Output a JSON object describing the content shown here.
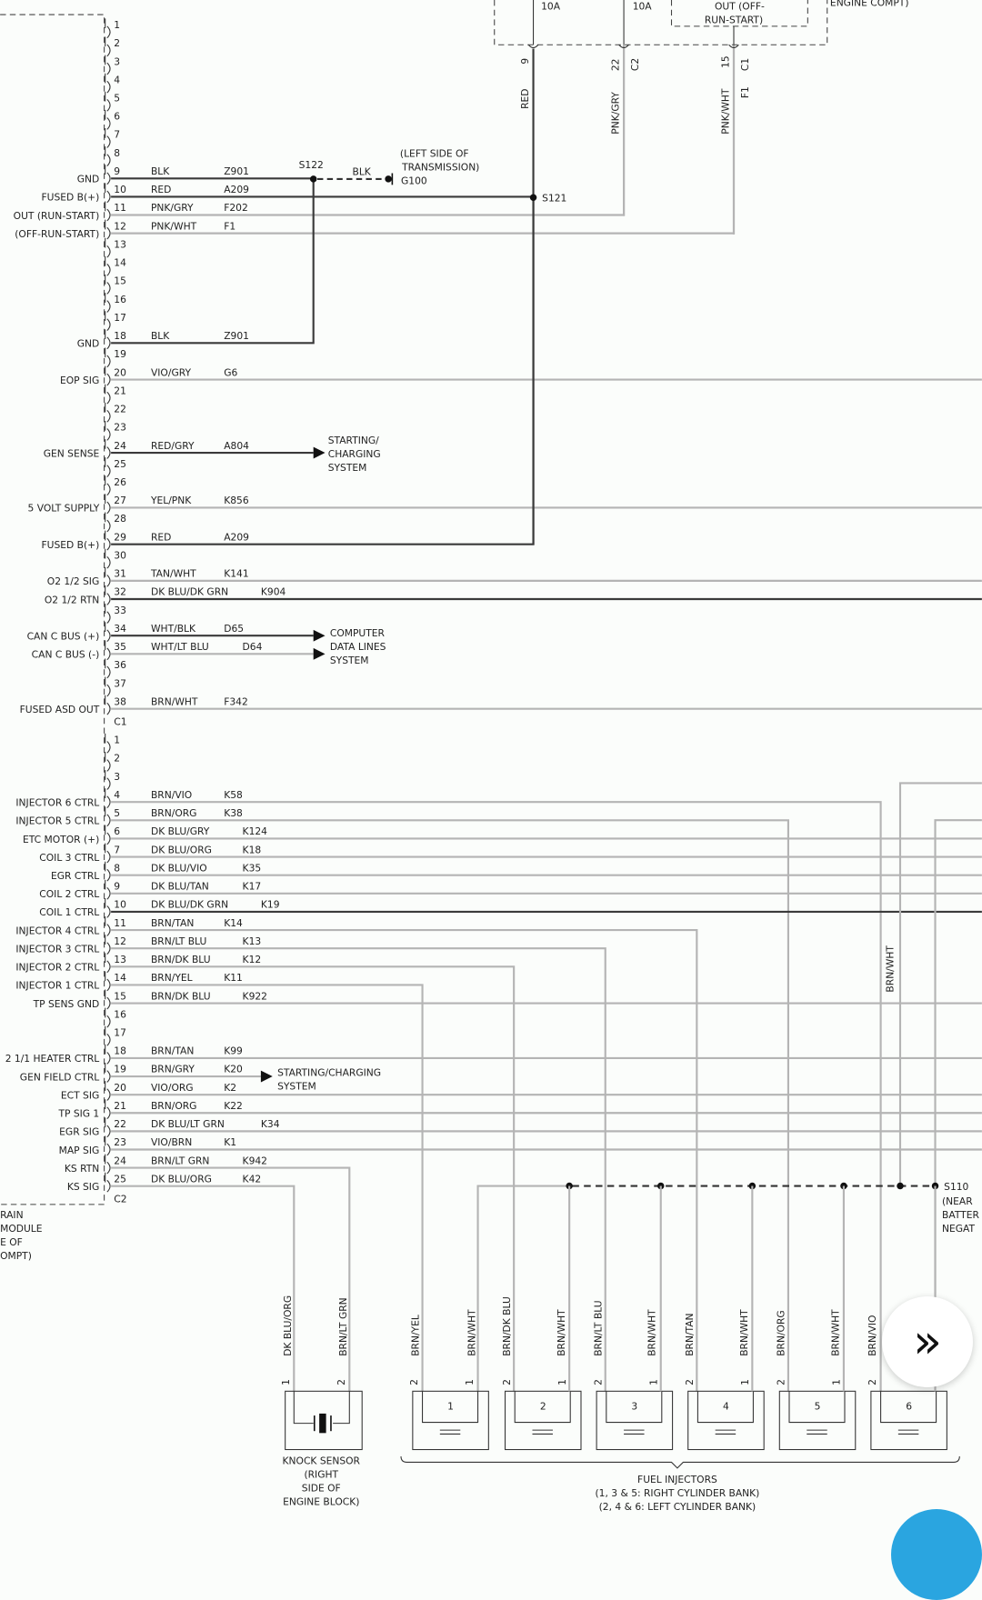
{
  "colors": {
    "wire_dark": "#3a3a3a",
    "wire_light": "#b4b4b4",
    "fab": "#2aa5e0"
  },
  "fuse_block": {
    "fuse_a": "10A",
    "fuse_b": "10A",
    "inner_label": [
      "OUT (OFF-",
      "RUN-START)"
    ],
    "location": "ENGINE COMPT)",
    "pins": [
      {
        "pin": "9",
        "conn": "",
        "wire": "RED",
        "circuit": ""
      },
      {
        "pin": "22",
        "conn": "C2",
        "wire": "PNK/GRY",
        "circuit": ""
      },
      {
        "pin": "15",
        "conn": "C1",
        "wire": "PNK/WHT",
        "circuit": "F1"
      }
    ]
  },
  "splices": {
    "s122": "S122",
    "s122_wire": "BLK",
    "g100": "G100",
    "g100_note": [
      "(LEFT SIDE OF",
      "TRANSMISSION)"
    ],
    "s121": "S121",
    "s110": "S110",
    "s110_note": [
      "(NEAR",
      "BATTER",
      "NEGAT"
    ]
  },
  "module_label": [
    "RAIN",
    "MODULE",
    "E OF",
    "OMPT)"
  ],
  "c1": {
    "name": "C1",
    "pins": [
      {
        "pin": 1
      },
      {
        "pin": 2
      },
      {
        "pin": 3
      },
      {
        "pin": 4
      },
      {
        "pin": 5
      },
      {
        "pin": 6
      },
      {
        "pin": 7
      },
      {
        "pin": 8
      },
      {
        "pin": 9,
        "signal": "GND",
        "color": "BLK",
        "circuit": "Z901"
      },
      {
        "pin": 10,
        "signal": "FUSED B(+)",
        "color": "RED",
        "circuit": "A209"
      },
      {
        "pin": 11,
        "signal": "OUT (RUN-START)",
        "color": "PNK/GRY",
        "circuit": "F202"
      },
      {
        "pin": 12,
        "signal": "(OFF-RUN-START)",
        "color": "PNK/WHT",
        "circuit": "F1"
      },
      {
        "pin": 13
      },
      {
        "pin": 14
      },
      {
        "pin": 15
      },
      {
        "pin": 16
      },
      {
        "pin": 17
      },
      {
        "pin": 18,
        "signal": "GND",
        "color": "BLK",
        "circuit": "Z901"
      },
      {
        "pin": 19
      },
      {
        "pin": 20,
        "signal": "EOP SIG",
        "color": "VIO/GRY",
        "circuit": "G6"
      },
      {
        "pin": 21
      },
      {
        "pin": 22
      },
      {
        "pin": 23
      },
      {
        "pin": 24,
        "signal": "GEN SENSE",
        "color": "RED/GRY",
        "circuit": "A804"
      },
      {
        "pin": 25
      },
      {
        "pin": 26
      },
      {
        "pin": 27,
        "signal": "5 VOLT SUPPLY",
        "color": "YEL/PNK",
        "circuit": "K856"
      },
      {
        "pin": 28
      },
      {
        "pin": 29,
        "signal": "FUSED B(+)",
        "color": "RED",
        "circuit": "A209"
      },
      {
        "pin": 30
      },
      {
        "pin": 31,
        "signal": "O2 1/2 SIG",
        "color": "TAN/WHT",
        "circuit": "K141"
      },
      {
        "pin": 32,
        "signal": "O2 1/2 RTN",
        "color": "DK BLU/DK GRN",
        "circuit": "K904"
      },
      {
        "pin": 33
      },
      {
        "pin": 34,
        "signal": "CAN C BUS (+)",
        "color": "WHT/BLK",
        "circuit": "D65"
      },
      {
        "pin": 35,
        "signal": "CAN C BUS (-)",
        "color": "WHT/LT BLU",
        "circuit": "D64"
      },
      {
        "pin": 36
      },
      {
        "pin": 37
      },
      {
        "pin": 38,
        "signal": "FUSED ASD OUT",
        "color": "BRN/WHT",
        "circuit": "F342"
      }
    ]
  },
  "c2": {
    "name": "C2",
    "pins": [
      {
        "pin": 1
      },
      {
        "pin": 2
      },
      {
        "pin": 3
      },
      {
        "pin": 4,
        "signal": "INJECTOR 6 CTRL",
        "color": "BRN/VIO",
        "circuit": "K58"
      },
      {
        "pin": 5,
        "signal": "INJECTOR 5 CTRL",
        "color": "BRN/ORG",
        "circuit": "K38"
      },
      {
        "pin": 6,
        "signal": "ETC MOTOR (+)",
        "color": "DK BLU/GRY",
        "circuit": "K124"
      },
      {
        "pin": 7,
        "signal": "COIL 3 CTRL",
        "color": "DK BLU/ORG",
        "circuit": "K18"
      },
      {
        "pin": 8,
        "signal": "EGR CTRL",
        "color": "DK BLU/VIO",
        "circuit": "K35"
      },
      {
        "pin": 9,
        "signal": "COIL 2 CTRL",
        "color": "DK BLU/TAN",
        "circuit": "K17"
      },
      {
        "pin": 10,
        "signal": "COIL 1 CTRL",
        "color": "DK BLU/DK GRN",
        "circuit": "K19"
      },
      {
        "pin": 11,
        "signal": "INJECTOR 4 CTRL",
        "color": "BRN/TAN",
        "circuit": "K14"
      },
      {
        "pin": 12,
        "signal": "INJECTOR 3 CTRL",
        "color": "BRN/LT BLU",
        "circuit": "K13"
      },
      {
        "pin": 13,
        "signal": "INJECTOR 2 CTRL",
        "color": "BRN/DK BLU",
        "circuit": "K12"
      },
      {
        "pin": 14,
        "signal": "INJECTOR 1 CTRL",
        "color": "BRN/YEL",
        "circuit": "K11"
      },
      {
        "pin": 15,
        "signal": "TP SENS GND",
        "color": "BRN/DK BLU",
        "circuit": "K922"
      },
      {
        "pin": 16
      },
      {
        "pin": 17
      },
      {
        "pin": 18,
        "signal": "2 1/1 HEATER CTRL",
        "color": "BRN/TAN",
        "circuit": "K99"
      },
      {
        "pin": 19,
        "signal": "GEN FIELD CTRL",
        "color": "BRN/GRY",
        "circuit": "K20"
      },
      {
        "pin": 20,
        "signal": "ECT SIG",
        "color": "VIO/ORG",
        "circuit": "K2"
      },
      {
        "pin": 21,
        "signal": "TP SIG 1",
        "color": "BRN/ORG",
        "circuit": "K22"
      },
      {
        "pin": 22,
        "signal": "EGR SIG",
        "color": "DK BLU/LT GRN",
        "circuit": "K34"
      },
      {
        "pin": 23,
        "signal": "MAP SIG",
        "color": "VIO/BRN",
        "circuit": "K1"
      },
      {
        "pin": 24,
        "signal": "KS RTN",
        "color": "BRN/LT GRN",
        "circuit": "K942"
      },
      {
        "pin": 25,
        "signal": "KS SIG",
        "color": "DK BLU/ORG",
        "circuit": "K42"
      }
    ]
  },
  "destinations": {
    "starting_charging": [
      "STARTING/",
      "CHARGING",
      "SYSTEM"
    ],
    "data_lines": [
      "COMPUTER",
      "DATA LINES",
      "SYSTEM"
    ],
    "starting_charging_2": [
      "STARTING/CHARGING",
      "SYSTEM"
    ]
  },
  "vertical_labels": {
    "right_ground": "BRN/WHT",
    "bottom": [
      "DK BLU/ORG",
      "BRN/LT GRN",
      "BRN/YEL",
      "BRN/WHT",
      "BRN/DK BLU",
      "BRN/WHT",
      "BRN/LT BLU",
      "BRN/WHT",
      "BRN/TAN",
      "BRN/WHT",
      "BRN/ORG",
      "BRN/WHT",
      "BRN/VIO"
    ]
  },
  "knock_sensor": {
    "pins": [
      "1",
      "2"
    ],
    "label": [
      "KNOCK SENSOR",
      "(RIGHT",
      "SIDE OF",
      "ENGINE BLOCK)"
    ]
  },
  "injectors": {
    "numbers": [
      "1",
      "2",
      "3",
      "4",
      "5",
      "6"
    ],
    "pin_left": "2",
    "pin_right": "1",
    "label": [
      "FUEL INJECTORS",
      "(1, 3 & 5: RIGHT CYLINDER BANK)",
      "(2, 4 & 6: LEFT CYLINDER BANK)"
    ]
  },
  "nav": {
    "next_icon": "»"
  }
}
